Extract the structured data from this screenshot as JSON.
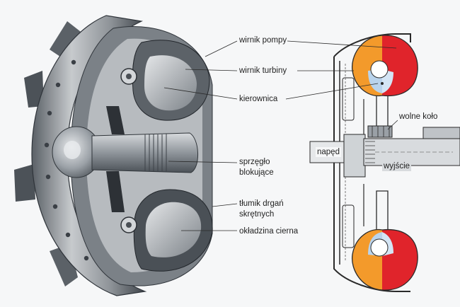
{
  "labels": {
    "pump_impeller": "wirnik pompy",
    "turbine_impeller": "wirnik turbiny",
    "stator": "kierownica",
    "lockup_clutch_line1": "sprzęgło",
    "lockup_clutch_line2": "blokujące",
    "damper_line1": "tłumik drgań",
    "damper_line2": "skrętnych",
    "friction_lining": "okładzina cierna",
    "freewheel": "wolne koło",
    "drive": "napęd",
    "output": "wyjście"
  },
  "colors": {
    "pump": "#e0242b",
    "turbine": "#f39a2b",
    "stator": "#b9d3ec",
    "metal_dark": "#3d4248",
    "metal_mid": "#8b9096",
    "metal_light": "#c9ccd0",
    "background": "#f6f7f8"
  },
  "icons": {
    "torque_converter_cutaway": "cutaway-illustration",
    "torque_converter_section": "cross-section-schematic"
  }
}
